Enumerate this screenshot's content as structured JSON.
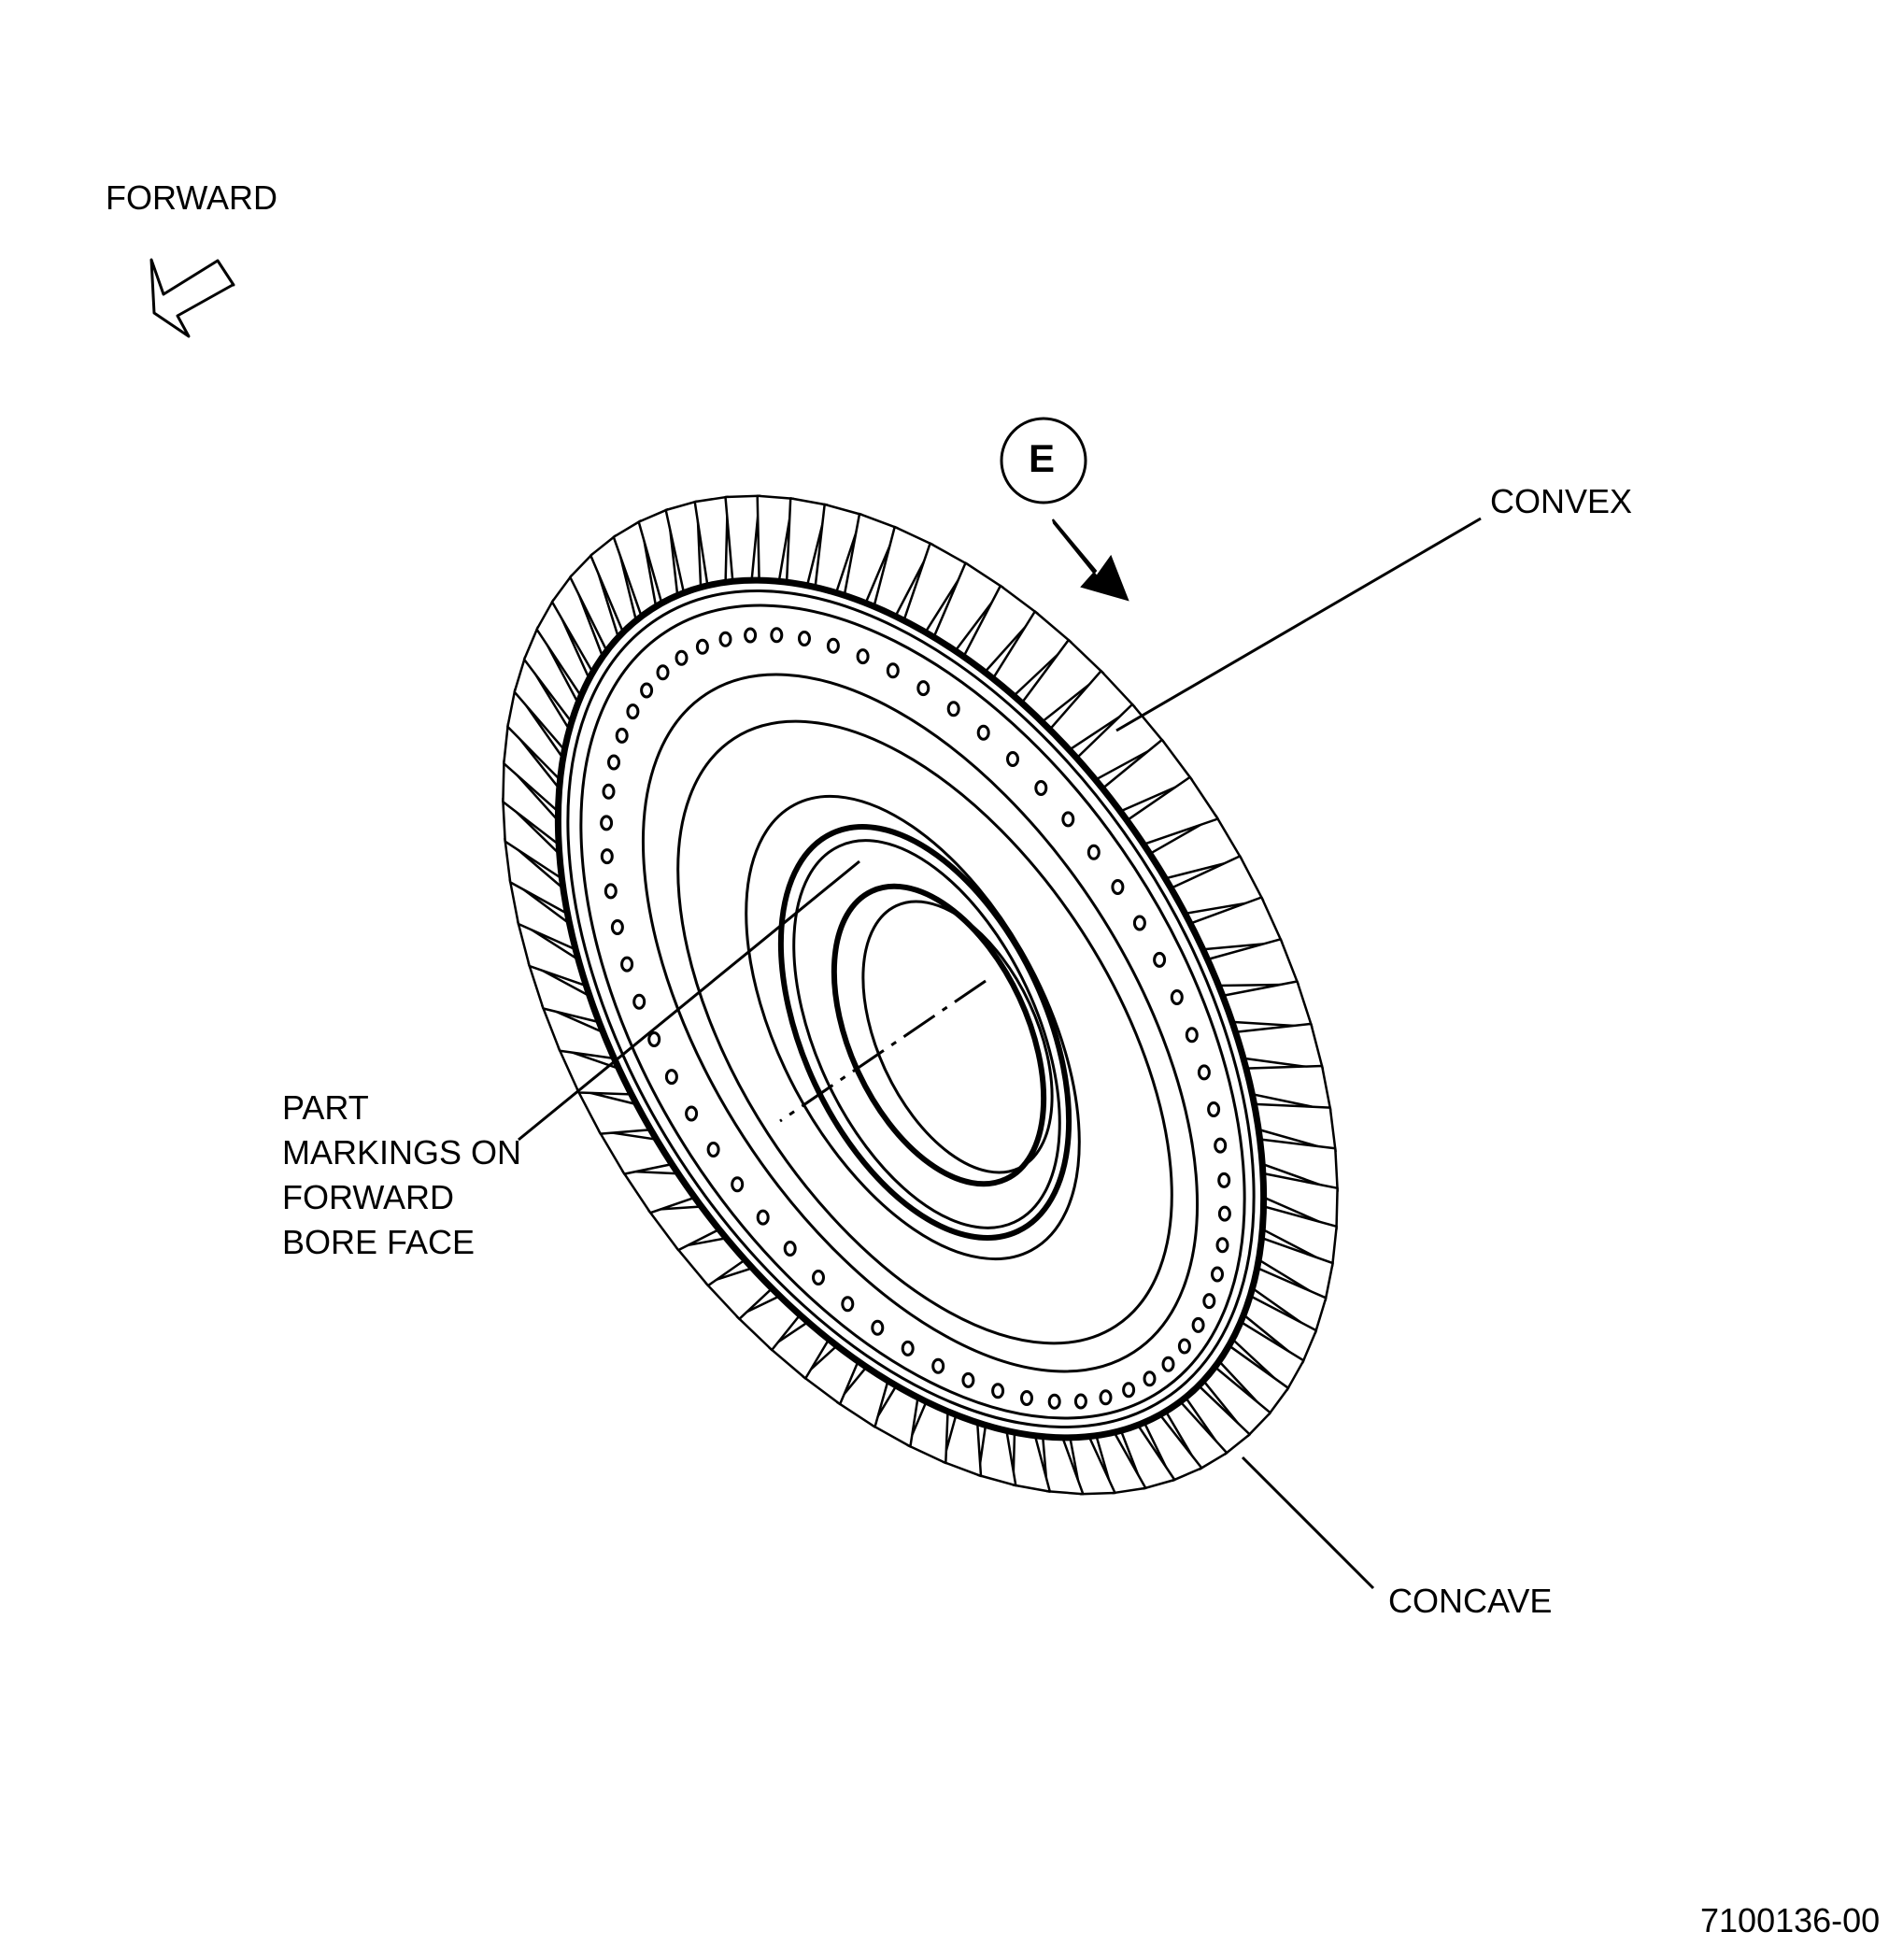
{
  "figure": {
    "direction_label": "FORWARD",
    "view_marker": "E",
    "callouts": {
      "convex": "CONVEX",
      "concave": "CONCAVE",
      "part_markings": [
        "PART",
        "MARKINGS ON",
        "FORWARD",
        "BORE FACE"
      ]
    },
    "figure_number": "7100136-00"
  },
  "colors": {
    "ink": "#000000",
    "paper": "#ffffff"
  },
  "icons": {
    "direction_arrow": "hollow-arrow-icon",
    "view_arrow": "solid-arrow-icon"
  }
}
